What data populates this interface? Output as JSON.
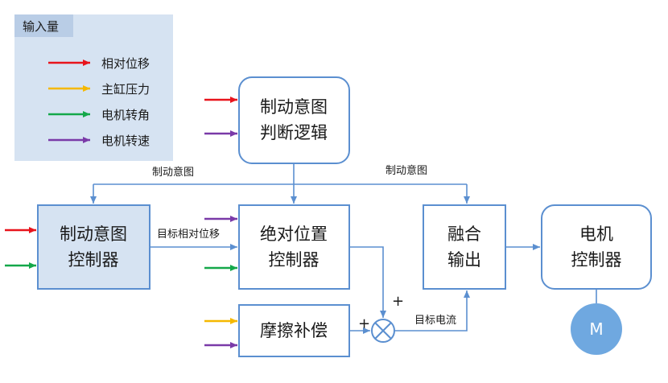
{
  "legend": {
    "title": "输入量",
    "items": [
      {
        "label": "相对位移",
        "color": "#e8141c"
      },
      {
        "label": "主缸压力",
        "color": "#f5b800"
      },
      {
        "label": "电机转角",
        "color": "#14a84a"
      },
      {
        "label": "电机转速",
        "color": "#7a3aa8"
      }
    ]
  },
  "blocks": {
    "intent_logic": [
      "制动意图",
      "判断逻辑"
    ],
    "intent_controller": [
      "制动意图",
      "控制器"
    ],
    "abs_position_controller": [
      "绝对位置",
      "控制器"
    ],
    "friction_comp": "摩擦补偿",
    "fusion_output": [
      "融合",
      "输出"
    ],
    "motor_controller": [
      "电机",
      "控制器"
    ],
    "motor": "M"
  },
  "edge_labels": {
    "intent_left": "制动意图",
    "intent_right": "制动意图",
    "target_displacement": "目标相对位移",
    "target_current": "目标电流",
    "plus_top": "+",
    "plus_left": "+"
  },
  "colors": {
    "connector": "#5b8fd0",
    "box_stroke": "#5b8fd0",
    "highlight_fill": "#d6e3f2",
    "legend_fill": "#d6e3f2",
    "motor_fill": "#6fa8e0"
  }
}
